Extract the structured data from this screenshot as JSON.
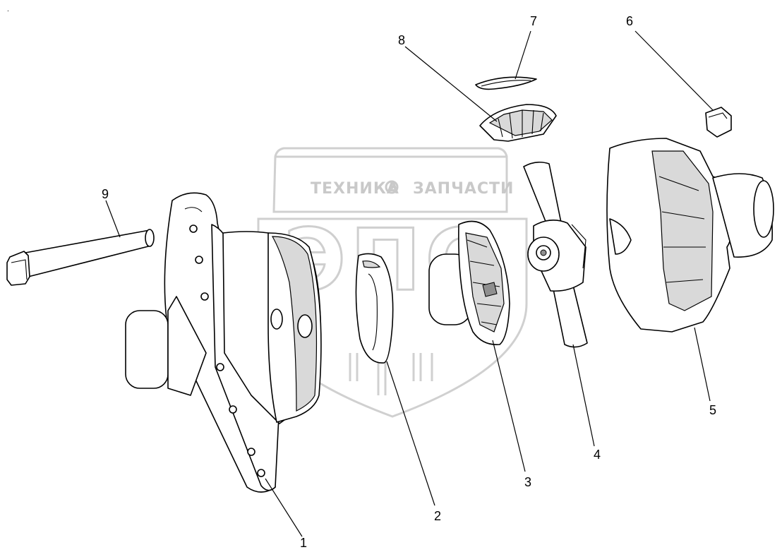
{
  "watermark": {
    "brand_left": "ТЕХНИКА",
    "brand_right": "ЗАПЧАСТИ",
    "logo": "ЭПС"
  },
  "callouts": [
    "1",
    "2",
    "3",
    "4",
    "5",
    "6",
    "7",
    "8",
    "9"
  ],
  "colors": {
    "line": "#000000",
    "watermark": "#cfcfcf",
    "background": "#ffffff"
  }
}
